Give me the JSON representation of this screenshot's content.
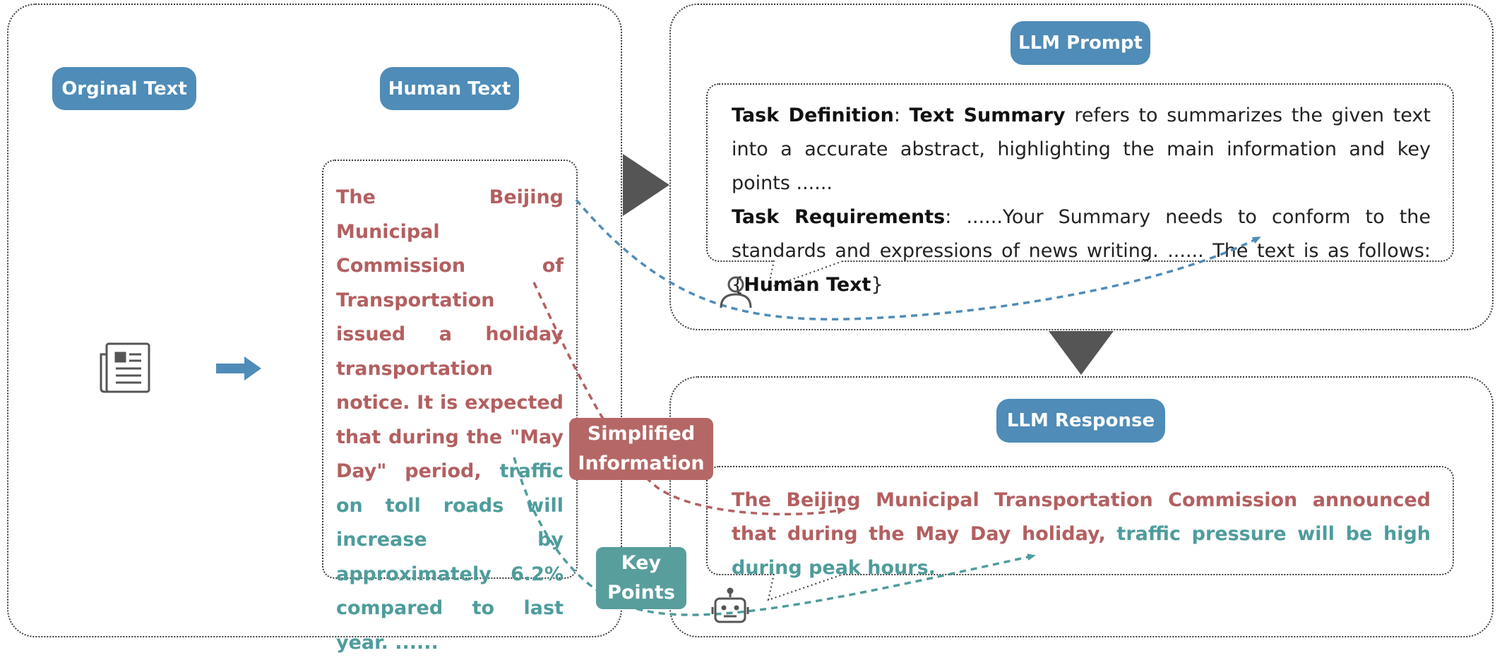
{
  "labels": {
    "original_text": "Orginal Text",
    "human_text": "Human Text",
    "llm_prompt": "LLM Prompt",
    "llm_response": "LLM Response",
    "simplified_information_1": "Simplified",
    "simplified_information_2": "Information",
    "key_points_1": "Key",
    "key_points_2": "Points"
  },
  "human_text": {
    "simplified": "The Beijing Municipal Commission of Transportation issued a holiday transportation notice. It is expected that during the \"May Day\" period, ",
    "key": "traffic on toll roads will increase by approximately 6.2% compared to last year. ......"
  },
  "prompt": {
    "task_definition_label": "Task Definition",
    "colon": ": ",
    "text_summary_label": "Text Summary",
    "task_definition_body": " refers to summarizes the given text into a accurate abstract, highlighting the main information and key points ......",
    "task_requirements_label": "Task Requirements",
    "task_requirements_body": ": ......Your Summary needs to conform to the standards and expressions of news writing. ...... The text is as follows: {",
    "human_text_ref": "Human Text",
    "close_brace": "}"
  },
  "response": {
    "simplified": "The Beijing Municipal Transportation Commission announced that during the May Day holiday, ",
    "key": "traffic pressure will be high during peak hours."
  },
  "colors": {
    "pill_blue": "#4f8cb8",
    "simplified_red": "#b35f60",
    "key_teal": "#4f9c9c",
    "flow_arrow_gray": "#555555",
    "blue_arrow": "#4f8cb8"
  },
  "icons": [
    "newspaper-icon",
    "right-arrow-icon",
    "user-icon",
    "robot-icon"
  ]
}
